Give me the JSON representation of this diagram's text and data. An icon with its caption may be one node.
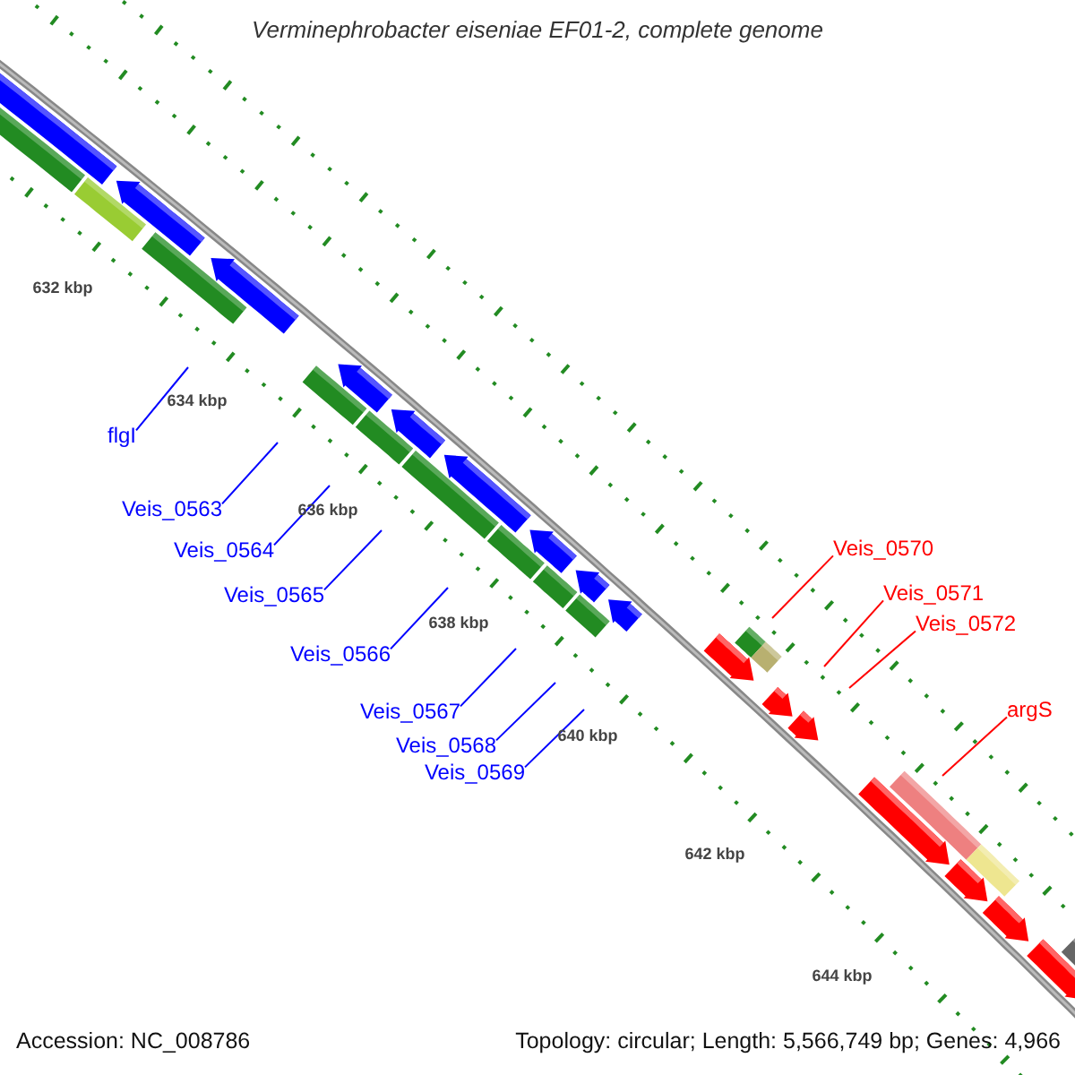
{
  "diagram": {
    "title": "Verminephrobacter eiseniae EF01-2, complete genome",
    "nodes": [
      {
        "text": [
          "flgI"
        ]
      },
      {
        "text": [
          "Veis_0563"
        ]
      },
      {
        "text": [
          "Veis_0564"
        ]
      },
      {
        "text": [
          "Veis_0565"
        ]
      },
      {
        "text": [
          "Veis_0566"
        ]
      },
      {
        "text": [
          "Veis_0567"
        ]
      },
      {
        "text": [
          "Veis_0568"
        ]
      },
      {
        "text": [
          "Veis_0569"
        ]
      },
      {
        "text": [
          "Veis_0570"
        ]
      },
      {
        "text": [
          "Veis_0571"
        ]
      },
      {
        "text": [
          "Veis_0572"
        ]
      },
      {
        "text": [
          "argS"
        ]
      }
    ],
    "edges": [
      {
        "from": 0,
        "to": null,
        "arrow": "none"
      },
      {
        "from": 1,
        "to": null,
        "arrow": "none"
      },
      {
        "from": 2,
        "to": null,
        "arrow": "none"
      },
      {
        "from": 3,
        "to": null,
        "arrow": "none"
      },
      {
        "from": 4,
        "to": null,
        "arrow": "none"
      },
      {
        "from": 5,
        "to": null,
        "arrow": "none"
      },
      {
        "from": 6,
        "to": null,
        "arrow": "none"
      },
      {
        "from": 7,
        "to": null,
        "arrow": "none"
      },
      {
        "from": 8,
        "to": null,
        "arrow": "none",
        "color": "#ff0000"
      },
      {
        "from": 9,
        "to": null,
        "arrow": "none",
        "color": "#ff0000"
      },
      {
        "from": 10,
        "to": null,
        "arrow": "none",
        "color": "#ff0000"
      },
      {
        "from": 11,
        "to": null,
        "arrow": "none",
        "color": "#ff0000"
      }
    ],
    "labels": [
      "632 kbp",
      "634 kbp",
      "636 kbp",
      "638 kbp",
      "640 kbp",
      "642 kbp",
      "644 kbp",
      "Accession: NC_008786",
      "Topology: circular; Length: 5,566,749 bp; Genes: 4,966"
    ]
  }
}
